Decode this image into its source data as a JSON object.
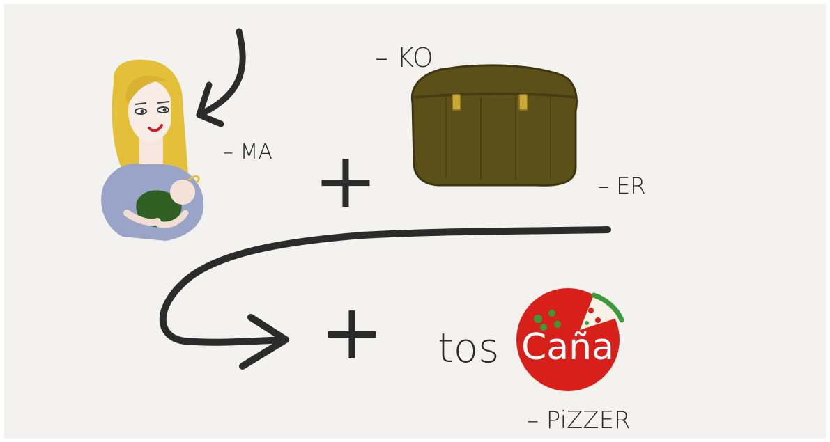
{
  "labels": {
    "ma": "– MA",
    "ko": "– KO",
    "er": "– ER",
    "pizzer": "– PiZZER"
  },
  "logo_text": {
    "prefix": "tos",
    "suffix": "Caña"
  },
  "symbols": {
    "plus_top": "+",
    "plus_bottom": "+"
  },
  "icons": {
    "mother": "mother-holding-baby-icon",
    "suitcase": "brown-suitcase-icon",
    "arrow_down": "curved-arrow-icon",
    "arrow_loop": "looping-arrow-icon",
    "pizza_logo": "pizza-logo-icon"
  },
  "colors": {
    "background": "#f3f2ef",
    "ink": "#2b2b2b",
    "hair": "#e3bf3a",
    "sweater": "#9aa4c8",
    "baby_blanket": "#2f5f22",
    "suitcase": "#5b5018",
    "suitcase_latch": "#c9a936",
    "pizza_red": "#d8201a",
    "pizza_green": "#3a9a3a"
  }
}
